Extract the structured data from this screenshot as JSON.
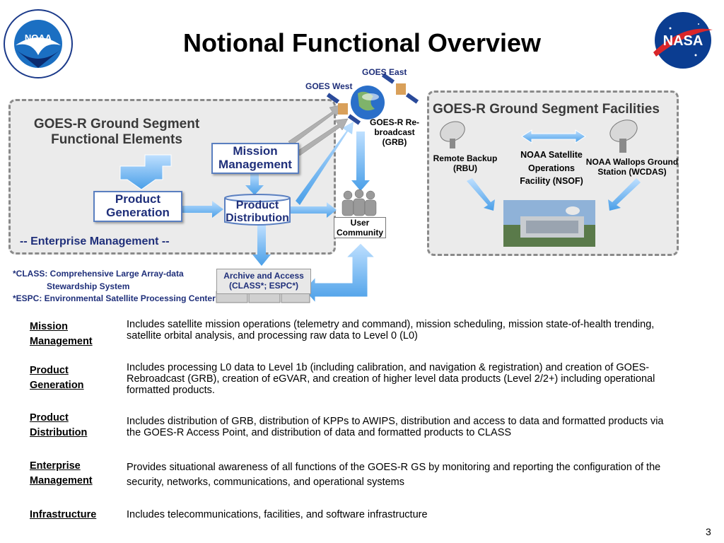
{
  "title": "Notional Functional Overview",
  "logos": {
    "left": "NOAA",
    "right": "NASA"
  },
  "diagram": {
    "left_panel_title": "GOES-R Ground Segment Functional Elements",
    "mission_management": "Mission Management",
    "product_generation": "Product Generation",
    "product_distribution": "Product Distribution",
    "enterprise": "-- Enterprise Management --",
    "goes_east": "GOES East",
    "goes_west": "GOES West",
    "grb": "GOES-R Re-broadcast (GRB)",
    "user_community": "User Community",
    "archive": "Archive and Access (CLASS*; ESPC*)",
    "right_panel_title": "GOES-R Ground Segment Facilities",
    "rbu": "Remote Backup (RBU)",
    "nsof": "NOAA Satellite Operations Facility (NSOF)",
    "wcdas": "NOAA Wallops Ground Station (WCDAS)"
  },
  "footnotes": {
    "class": "*CLASS: Comprehensive Large Array-data",
    "class2": "Stewardship System",
    "espc": "*ESPC: Environmental Satellite Processing Center"
  },
  "definitions": [
    {
      "term1": "Mission",
      "term2": "Management",
      "text": "Includes satellite mission operations (telemetry and command), mission scheduling, mission state-of-health trending, satellite orbital analysis, and processing raw data to Level 0 (L0)"
    },
    {
      "term1": "Product",
      "term2": "Generation",
      "text": "Includes processing L0 data to Level 1b (including calibration, and navigation & registration) and creation of GOES-Rebroadcast (GRB), creation of eGVAR, and creation of higher level data products (Level 2/2+) including operational formatted products."
    },
    {
      "term1": "Product",
      "term2": "Distribution",
      "text": "Includes distribution of GRB, distribution of KPPs to AWIPS, distribution and access to data and formatted products via the GOES-R Access Point, and distribution of data and formatted products to CLASS"
    },
    {
      "term1": "Enterprise",
      "term2": "Management",
      "text": "Provides situational awareness of all functions of the GOES-R GS by monitoring and reporting the configuration of the security, networks, communications, and operational systems"
    },
    {
      "term1": "Infrastructure",
      "term2": "",
      "text": "Includes telecommunications, facilities, and software infrastructure"
    }
  ],
  "page_number": "3"
}
